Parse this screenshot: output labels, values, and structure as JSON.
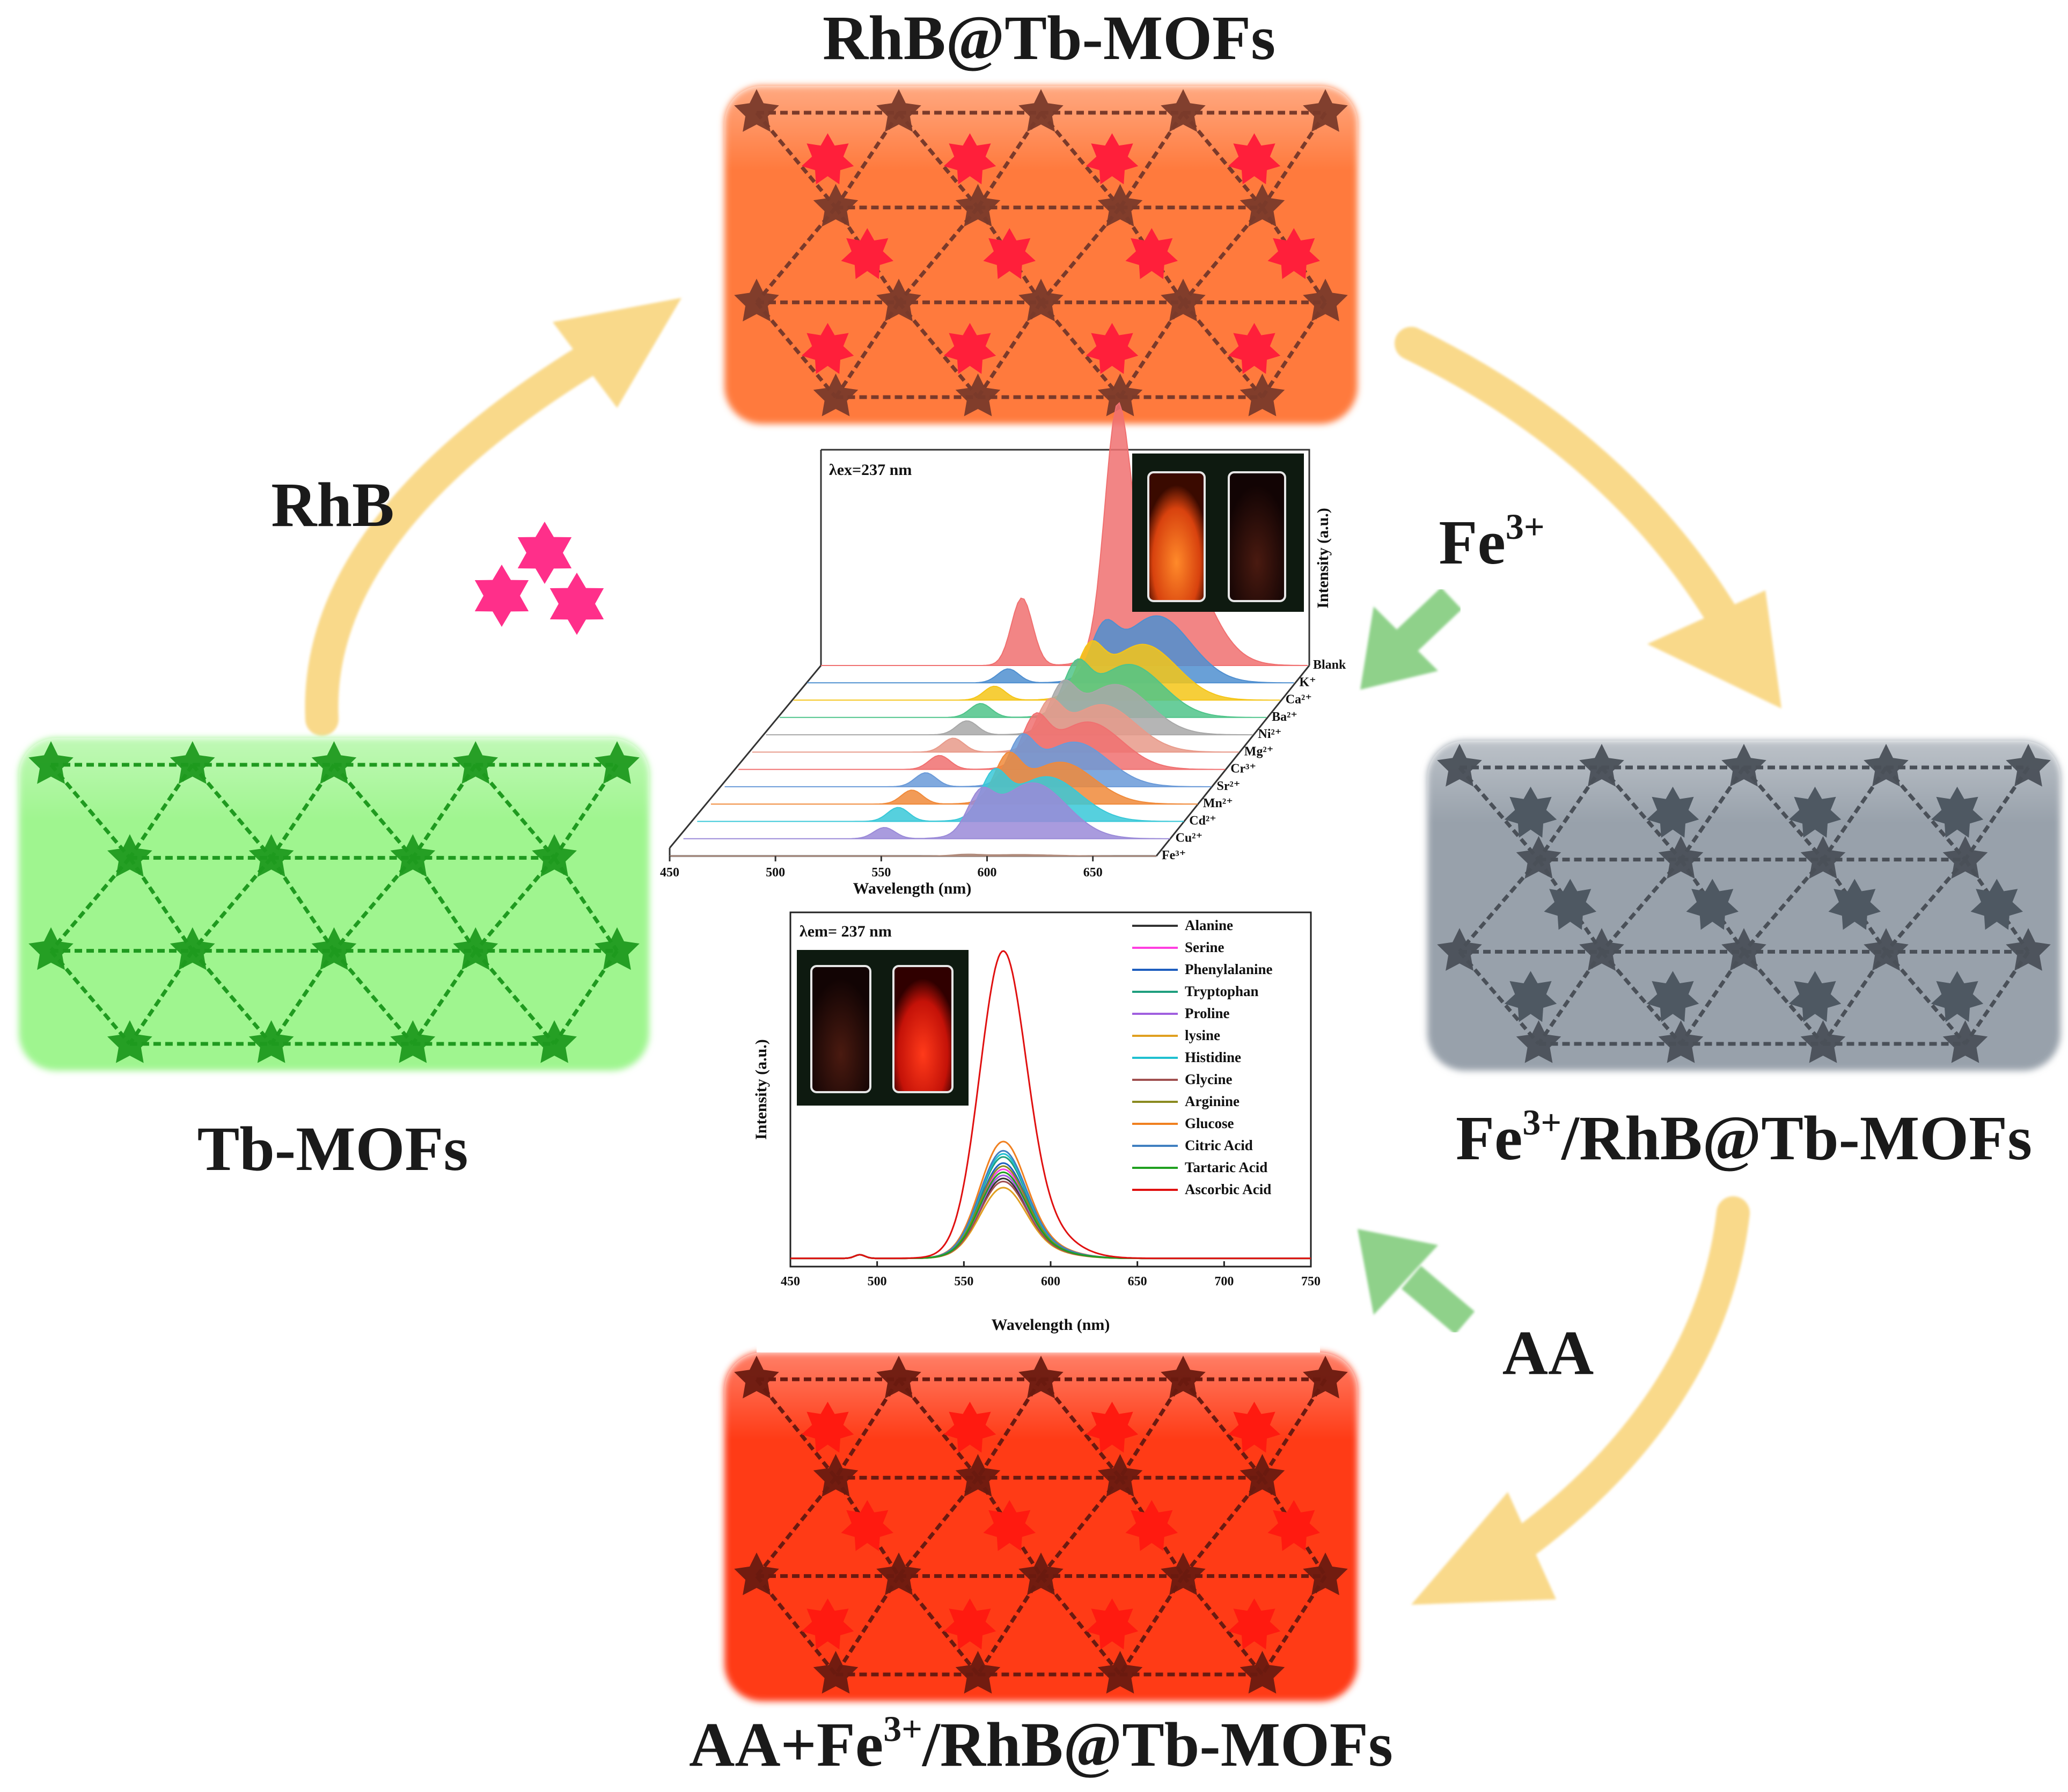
{
  "labels": {
    "top_box": "RhB@Tb-MOFs",
    "left_box": "Tb-MOFs",
    "right_box_pre": "Fe",
    "right_box_sup": "3+",
    "right_box_post": "/RhB@Tb-MOFs",
    "bottom_box_pre": "AA+Fe",
    "bottom_box_sup": "3+",
    "bottom_box_post": "/RhB@Tb-MOFs",
    "arrow_rhb": "RhB",
    "arrow_fe_pre": "Fe",
    "arrow_fe_sup": "3+",
    "arrow_aa": "AA"
  },
  "colors": {
    "top_box": "#ff7a3c",
    "left_box": "#9ff58f",
    "right_box": "#98a1ab",
    "bottom_box": "#ff3a12",
    "arrow_yellow": "#f9d98a",
    "arrow_green": "#8fd18a",
    "rhb_star": "#ff2f8a"
  },
  "chart_data": [
    {
      "type": "area",
      "annotation": "λex=237 nm",
      "xlabel": "Wavelength (nm)",
      "ylabel": "Intensity (a.u.)",
      "xlim": [
        450,
        680
      ],
      "x_ticks": [
        450,
        500,
        550,
        600,
        650
      ],
      "series": [
        {
          "name": "Blank",
          "color": "#f07070",
          "peaks": [
            {
              "x": 545,
              "y": 0.3
            },
            {
              "x": 590,
              "y": 1.0
            },
            {
              "x": 615,
              "y": 0.55
            }
          ]
        },
        {
          "name": "K⁺",
          "color": "#4f8fd0",
          "peaks": [
            {
              "x": 545,
              "y": 0.1
            },
            {
              "x": 590,
              "y": 0.3
            },
            {
              "x": 615,
              "y": 0.48
            }
          ]
        },
        {
          "name": "Ca²⁺",
          "color": "#f5c518",
          "peaks": [
            {
              "x": 545,
              "y": 0.1
            },
            {
              "x": 590,
              "y": 0.3
            },
            {
              "x": 615,
              "y": 0.4
            }
          ]
        },
        {
          "name": "Ba²⁺",
          "color": "#4fc48a",
          "peaks": [
            {
              "x": 545,
              "y": 0.1
            },
            {
              "x": 590,
              "y": 0.3
            },
            {
              "x": 615,
              "y": 0.38
            }
          ]
        },
        {
          "name": "Ni²⁺",
          "color": "#a8a8a8",
          "peaks": [
            {
              "x": 545,
              "y": 0.1
            },
            {
              "x": 590,
              "y": 0.28
            },
            {
              "x": 615,
              "y": 0.36
            }
          ]
        },
        {
          "name": "Mg²⁺",
          "color": "#e89a8a",
          "peaks": [
            {
              "x": 545,
              "y": 0.1
            },
            {
              "x": 590,
              "y": 0.28
            },
            {
              "x": 615,
              "y": 0.34
            }
          ]
        },
        {
          "name": "Cr³⁺",
          "color": "#f07070",
          "peaks": [
            {
              "x": 545,
              "y": 0.1
            },
            {
              "x": 590,
              "y": 0.3
            },
            {
              "x": 615,
              "y": 0.34
            }
          ]
        },
        {
          "name": "Sr²⁺",
          "color": "#6a9ad8",
          "peaks": [
            {
              "x": 545,
              "y": 0.1
            },
            {
              "x": 590,
              "y": 0.28
            },
            {
              "x": 615,
              "y": 0.32
            }
          ]
        },
        {
          "name": "Mn²⁺",
          "color": "#f08a3a",
          "peaks": [
            {
              "x": 545,
              "y": 0.1
            },
            {
              "x": 590,
              "y": 0.28
            },
            {
              "x": 615,
              "y": 0.3
            }
          ]
        },
        {
          "name": "Cd²⁺",
          "color": "#38c8d8",
          "peaks": [
            {
              "x": 545,
              "y": 0.1
            },
            {
              "x": 590,
              "y": 0.28
            },
            {
              "x": 615,
              "y": 0.32
            }
          ]
        },
        {
          "name": "Cu²⁺",
          "color": "#9a8ad8",
          "peaks": [
            {
              "x": 545,
              "y": 0.08
            },
            {
              "x": 590,
              "y": 0.24
            },
            {
              "x": 615,
              "y": 0.4
            }
          ]
        },
        {
          "name": "Fe³⁺",
          "color": "#b08a7a",
          "peaks": [
            {
              "x": 545,
              "y": 0.0
            },
            {
              "x": 590,
              "y": 0.01
            },
            {
              "x": 615,
              "y": 0.01
            }
          ]
        }
      ]
    },
    {
      "type": "line",
      "annotation": "λem= 237 nm",
      "xlabel": "Wavelength (nm)",
      "ylabel": "Intensity (a.u.)",
      "xlim": [
        450,
        750
      ],
      "x_ticks": [
        450,
        500,
        550,
        600,
        650,
        700,
        750
      ],
      "series": [
        {
          "name": "Alanine",
          "color": "#333333",
          "peak": 0.26
        },
        {
          "name": "Serine",
          "color": "#ff3fe0",
          "peak": 0.29
        },
        {
          "name": "Phenylalanine",
          "color": "#1f5fbf",
          "peak": 0.31
        },
        {
          "name": "Tryptophan",
          "color": "#1f9f7f",
          "peak": 0.33
        },
        {
          "name": "Proline",
          "color": "#a05fdf",
          "peak": 0.27
        },
        {
          "name": "lysine",
          "color": "#e0a020",
          "peak": 0.23
        },
        {
          "name": "Histidine",
          "color": "#20c0d0",
          "peak": 0.34
        },
        {
          "name": "Glycine",
          "color": "#a05050",
          "peak": 0.25
        },
        {
          "name": "Arginine",
          "color": "#8a8a20",
          "peak": 0.3
        },
        {
          "name": "Glucose",
          "color": "#f08020",
          "peak": 0.38
        },
        {
          "name": "Citric Acid",
          "color": "#4080c0",
          "peak": 0.35
        },
        {
          "name": "Tartaric Acid",
          "color": "#20a020",
          "peak": 0.28
        },
        {
          "name": "Ascorbic Acid",
          "color": "#e01010",
          "peak": 1.0
        }
      ]
    }
  ]
}
